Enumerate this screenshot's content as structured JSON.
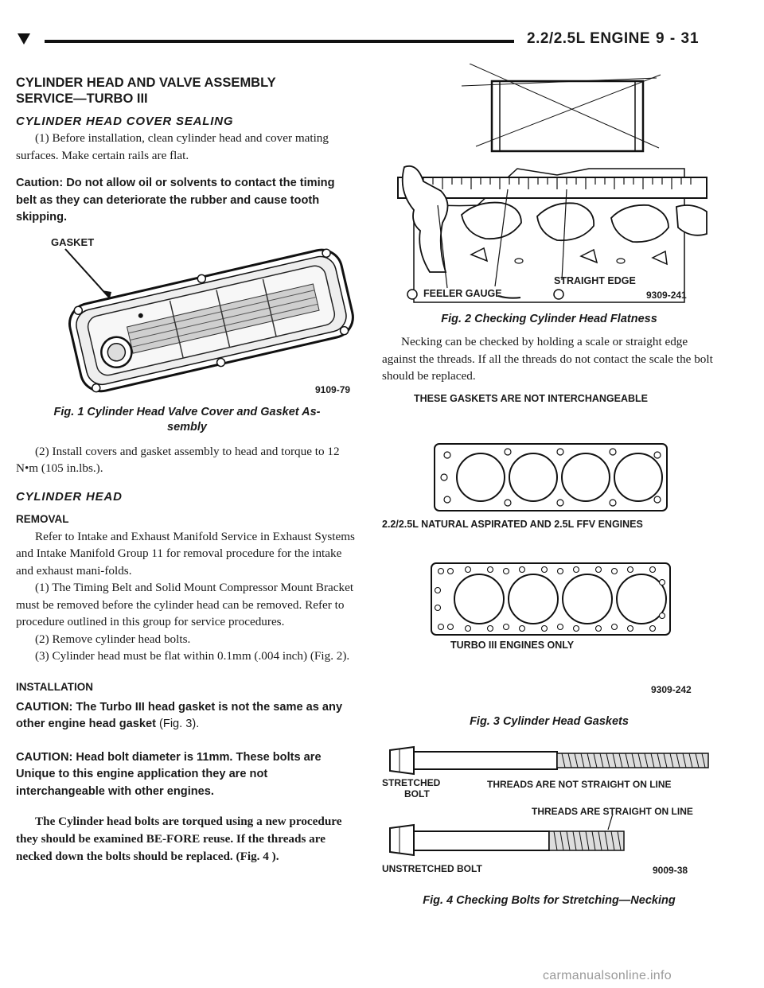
{
  "header": {
    "title": "2.2/2.5L ENGINE",
    "page": "9 - 31"
  },
  "left": {
    "section_title_line1": "CYLINDER HEAD AND VALVE ASSEMBLY",
    "section_title_line2": "SERVICE—TURBO III",
    "cover_sealing_title": "CYLINDER HEAD COVER SEALING",
    "step1": "(1) Before installation, clean cylinder head and cover mating surfaces. Make certain rails are flat.",
    "caution1": "Caution: Do not allow oil or solvents to contact the timing belt as they can deteriorate the rubber and cause tooth skipping.",
    "fig1": {
      "label_gasket": "GASKET",
      "code": "9109-79",
      "caption_line1": "Fig. 1 Cylinder Head Valve Cover and Gasket As-",
      "caption_line2": "sembly"
    },
    "step2": "(2) Install covers and gasket assembly to head and torque to 12 N•m (105 in.lbs.).",
    "cylinder_head_title": "CYLINDER HEAD",
    "removal_title": "REMOVAL",
    "removal_intro": "Refer to Intake and Exhaust Manifold Service in Exhaust Systems and Intake Manifold Group 11 for removal procedure for the intake and exhaust mani-folds.",
    "removal_step1": "(1) The Timing Belt and Solid Mount Compressor Mount Bracket must be removed before the cylinder head can be removed. Refer to procedure outlined in this group for service procedures.",
    "removal_step2": "(2) Remove cylinder head bolts.",
    "removal_step3": "(3) Cylinder head must be flat within 0.1mm (.004 inch) (Fig. 2).",
    "installation_title": "INSTALLATION",
    "caution2_bold": "CAUTION: The Turbo III head gasket is not the same as any other engine head gasket",
    "caution2_ref": " (Fig. 3).",
    "caution3": "CAUTION: Head bolt diameter is 11mm. These bolts are Unique to this engine application they are not interchangeable with other engines.",
    "bolt_note": "The Cylinder head bolts are torqued using a new procedure they should be examined BE-FORE reuse. If the threads are necked down the bolts should be replaced. (Fig. 4 )."
  },
  "right": {
    "fig2": {
      "label_feeler": "FEELER GAUGE",
      "label_straight": "STRAIGHT EDGE",
      "code": "9309-241",
      "caption": "Fig. 2 Checking Cylinder Head Flatness"
    },
    "necking_text": "Necking can be checked by holding a scale or straight edge against the threads. If all the threads do not contact the scale the bolt should be replaced.",
    "fig3": {
      "label_top": "THESE GASKETS ARE NOT INTERCHANGEABLE",
      "label_natural": "2.2/2.5L NATURAL ASPIRATED AND 2.5L FFV ENGINES",
      "label_turbo": "TURBO III ENGINES ONLY",
      "code": "9309-242",
      "caption": "Fig. 3 Cylinder Head Gaskets"
    },
    "fig4": {
      "label_stretched": "STRETCHED",
      "label_bolt": "BOLT",
      "label_not_straight": "THREADS ARE NOT STRAIGHT ON LINE",
      "label_straight": "THREADS ARE STRAIGHT ON LINE",
      "label_unstretched": "UNSTRETCHED  BOLT",
      "code": "9009-38",
      "caption": "Fig. 4 Checking Bolts for Stretching—Necking"
    }
  },
  "footer": {
    "watermark": "carmanualsonline.info"
  }
}
